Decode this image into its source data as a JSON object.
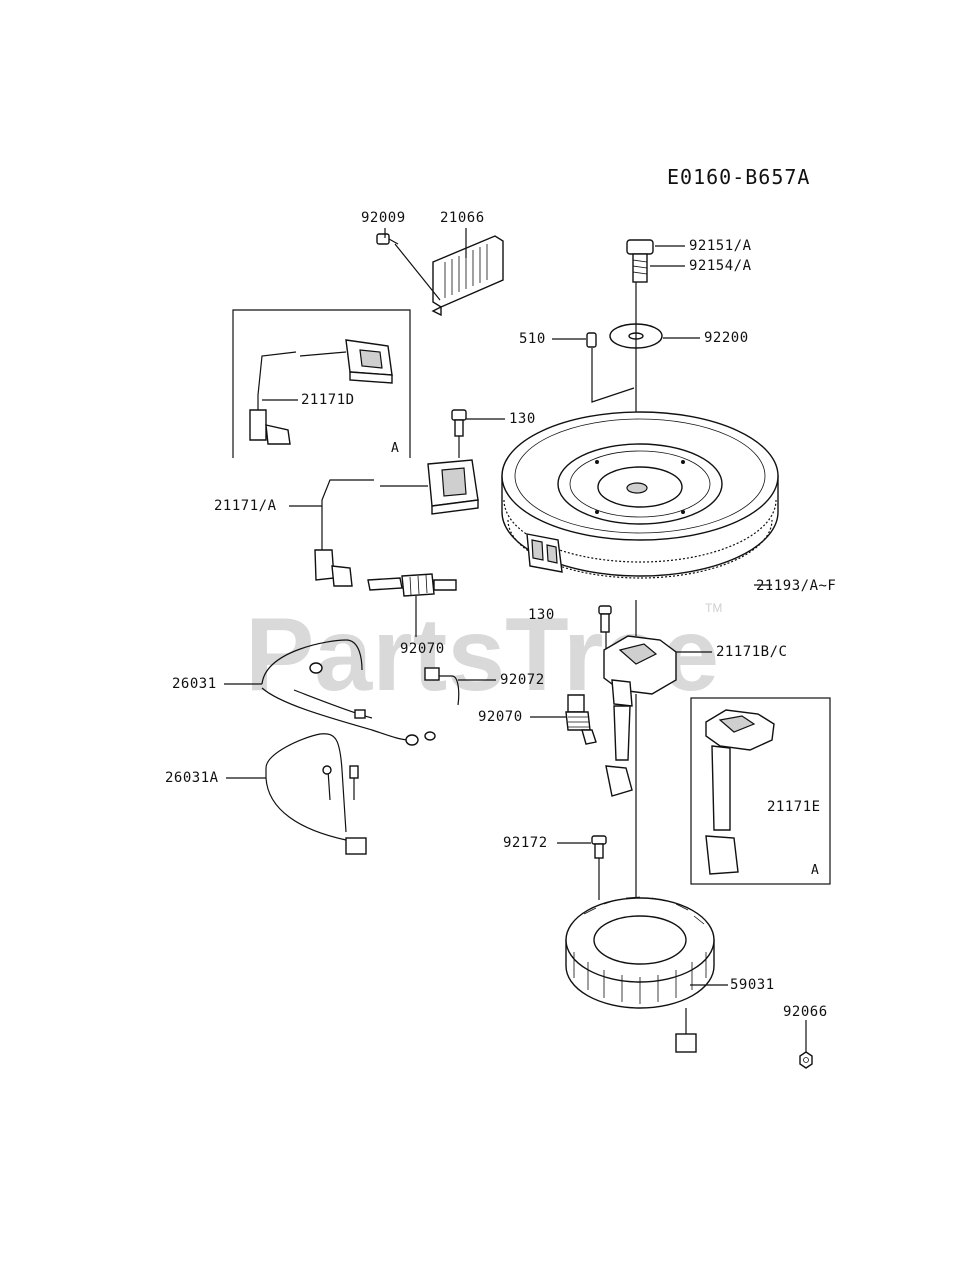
{
  "diagram": {
    "reference_code": "E0160-B657A",
    "watermark": "PartsTree",
    "watermark_mark": "TM",
    "inset_letter": "A",
    "part_labels": {
      "p92009": "92009",
      "p21066": "21066",
      "p92151": "92151/A",
      "p92154": "92154/A",
      "p510": "510",
      "p92200": "92200",
      "p21171D": "21171D",
      "p130a": "130",
      "p21171A": "21171/A",
      "p21193": "21193/A~F",
      "p130b": "130",
      "p21171BC": "21171B/C",
      "p92070a": "92070",
      "p26031": "26031",
      "p92072": "92072",
      "p92070b": "92070",
      "p26031A": "26031A",
      "p21171E": "21171E",
      "p92172": "92172",
      "p59031": "59031",
      "p92066": "92066"
    }
  }
}
